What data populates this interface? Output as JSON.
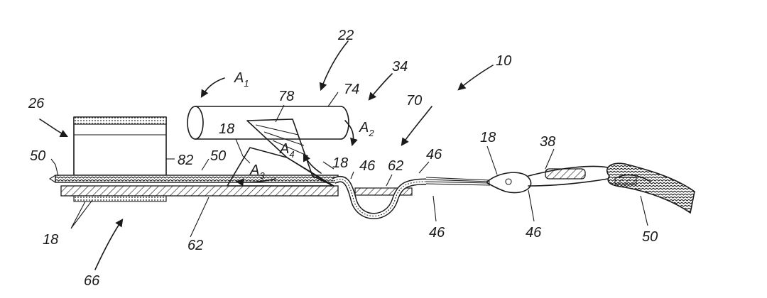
{
  "figure": {
    "labels": {
      "n10": "10",
      "n22": "22",
      "n34": "34",
      "n26": "26",
      "n78": "78",
      "n74": "74",
      "n70": "70",
      "n50a": "50",
      "n50b": "50",
      "n50c": "50",
      "n82": "82",
      "n18a": "18",
      "n18b": "18",
      "n18c": "18",
      "n18d": "18",
      "n46a": "46",
      "n46b": "46",
      "n46c": "46",
      "n46d": "46",
      "n62a": "62",
      "n62b": "62",
      "n38": "38",
      "n66": "66"
    },
    "arrows": {
      "a1": {
        "letter": "A",
        "sub": "1"
      },
      "a2": {
        "letter": "A",
        "sub": "2"
      },
      "a3": {
        "letter": "A",
        "sub": "3"
      },
      "a4": {
        "letter": "A",
        "sub": "4"
      }
    }
  }
}
